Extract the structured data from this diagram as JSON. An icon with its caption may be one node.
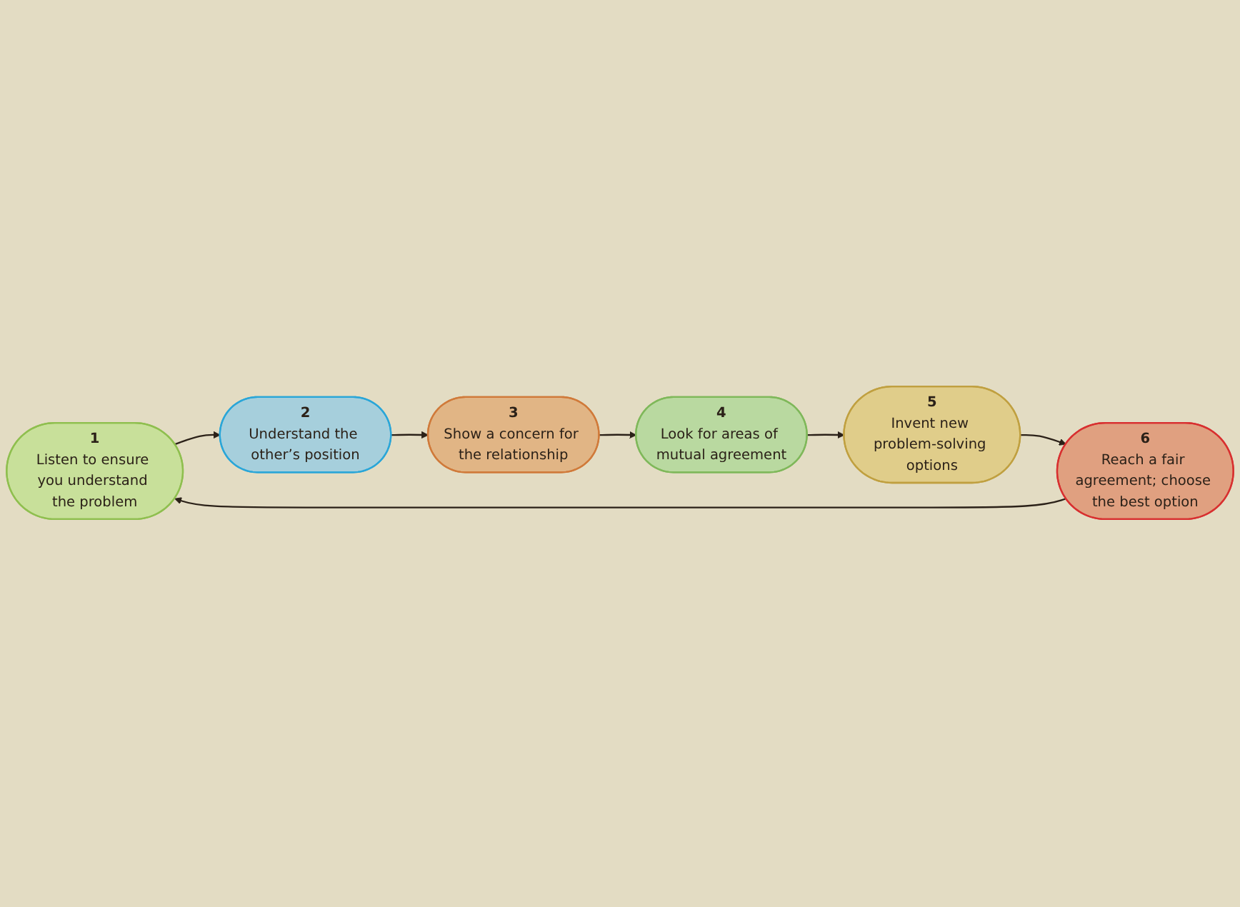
{
  "diagram": {
    "nodes": [
      {
        "text": [
          "1",
          "Listen to ensure you understand the problem"
        ]
      },
      {
        "text": [
          "2",
          "Understand the other’s position"
        ]
      },
      {
        "text": [
          "3",
          "Show a concern for the relationship"
        ]
      },
      {
        "text": [
          "4",
          "Look for areas of mutual agreement"
        ]
      },
      {
        "text": [
          "5",
          "Invent new problem-solving options"
        ]
      },
      {
        "text": [
          "6",
          "Reach a fair agreement; choose the best option"
        ]
      }
    ],
    "edges": [
      {
        "from": 0,
        "to": 1,
        "arrow": "to"
      },
      {
        "from": 1,
        "to": 2,
        "arrow": "to"
      },
      {
        "from": 2,
        "to": 3,
        "arrow": "to"
      },
      {
        "from": 3,
        "to": 4,
        "arrow": "to"
      },
      {
        "from": 4,
        "to": 5,
        "arrow": "to"
      },
      {
        "from": 5,
        "to": 0,
        "arrow": "to"
      }
    ]
  }
}
